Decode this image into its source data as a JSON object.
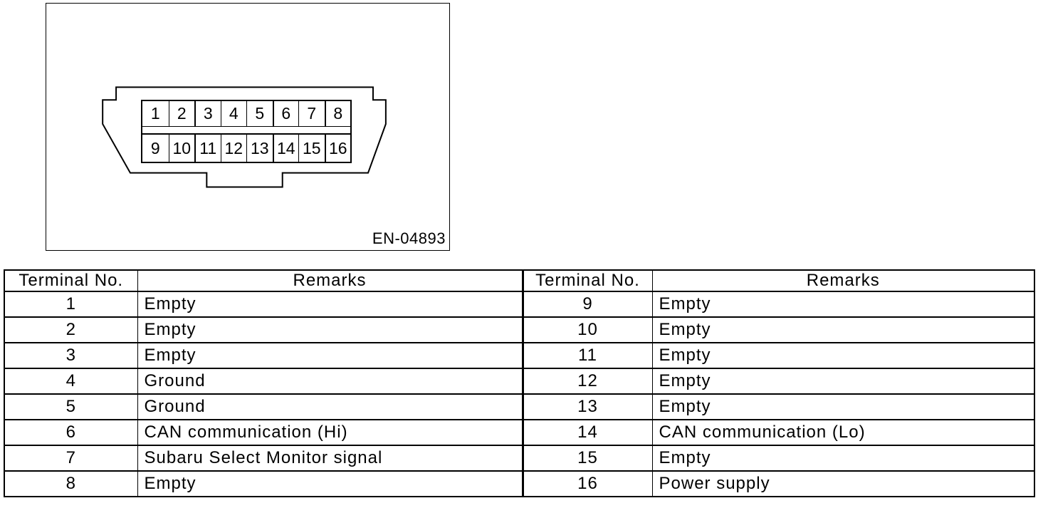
{
  "figure": {
    "label": "EN-04893",
    "connector": {
      "pins_top": [
        "1",
        "2",
        "3",
        "4",
        "5",
        "6",
        "7",
        "8"
      ],
      "pins_bottom": [
        "9",
        "10",
        "11",
        "12",
        "13",
        "14",
        "15",
        "16"
      ]
    }
  },
  "table": {
    "headers": {
      "terminal": "Terminal No.",
      "remarks": "Remarks"
    },
    "rows": [
      {
        "left_no": "1",
        "left_remark": "Empty",
        "right_no": "9",
        "right_remark": "Empty"
      },
      {
        "left_no": "2",
        "left_remark": "Empty",
        "right_no": "10",
        "right_remark": "Empty"
      },
      {
        "left_no": "3",
        "left_remark": "Empty",
        "right_no": "11",
        "right_remark": "Empty"
      },
      {
        "left_no": "4",
        "left_remark": "Ground",
        "right_no": "12",
        "right_remark": "Empty"
      },
      {
        "left_no": "5",
        "left_remark": "Ground",
        "right_no": "13",
        "right_remark": "Empty"
      },
      {
        "left_no": "6",
        "left_remark": "CAN communication (Hi)",
        "right_no": "14",
        "right_remark": "CAN communication (Lo)"
      },
      {
        "left_no": "7",
        "left_remark": "Subaru Select Monitor signal",
        "right_no": "15",
        "right_remark": "Empty"
      },
      {
        "left_no": "8",
        "left_remark": "Empty",
        "right_no": "16",
        "right_remark": "Power supply"
      }
    ]
  }
}
